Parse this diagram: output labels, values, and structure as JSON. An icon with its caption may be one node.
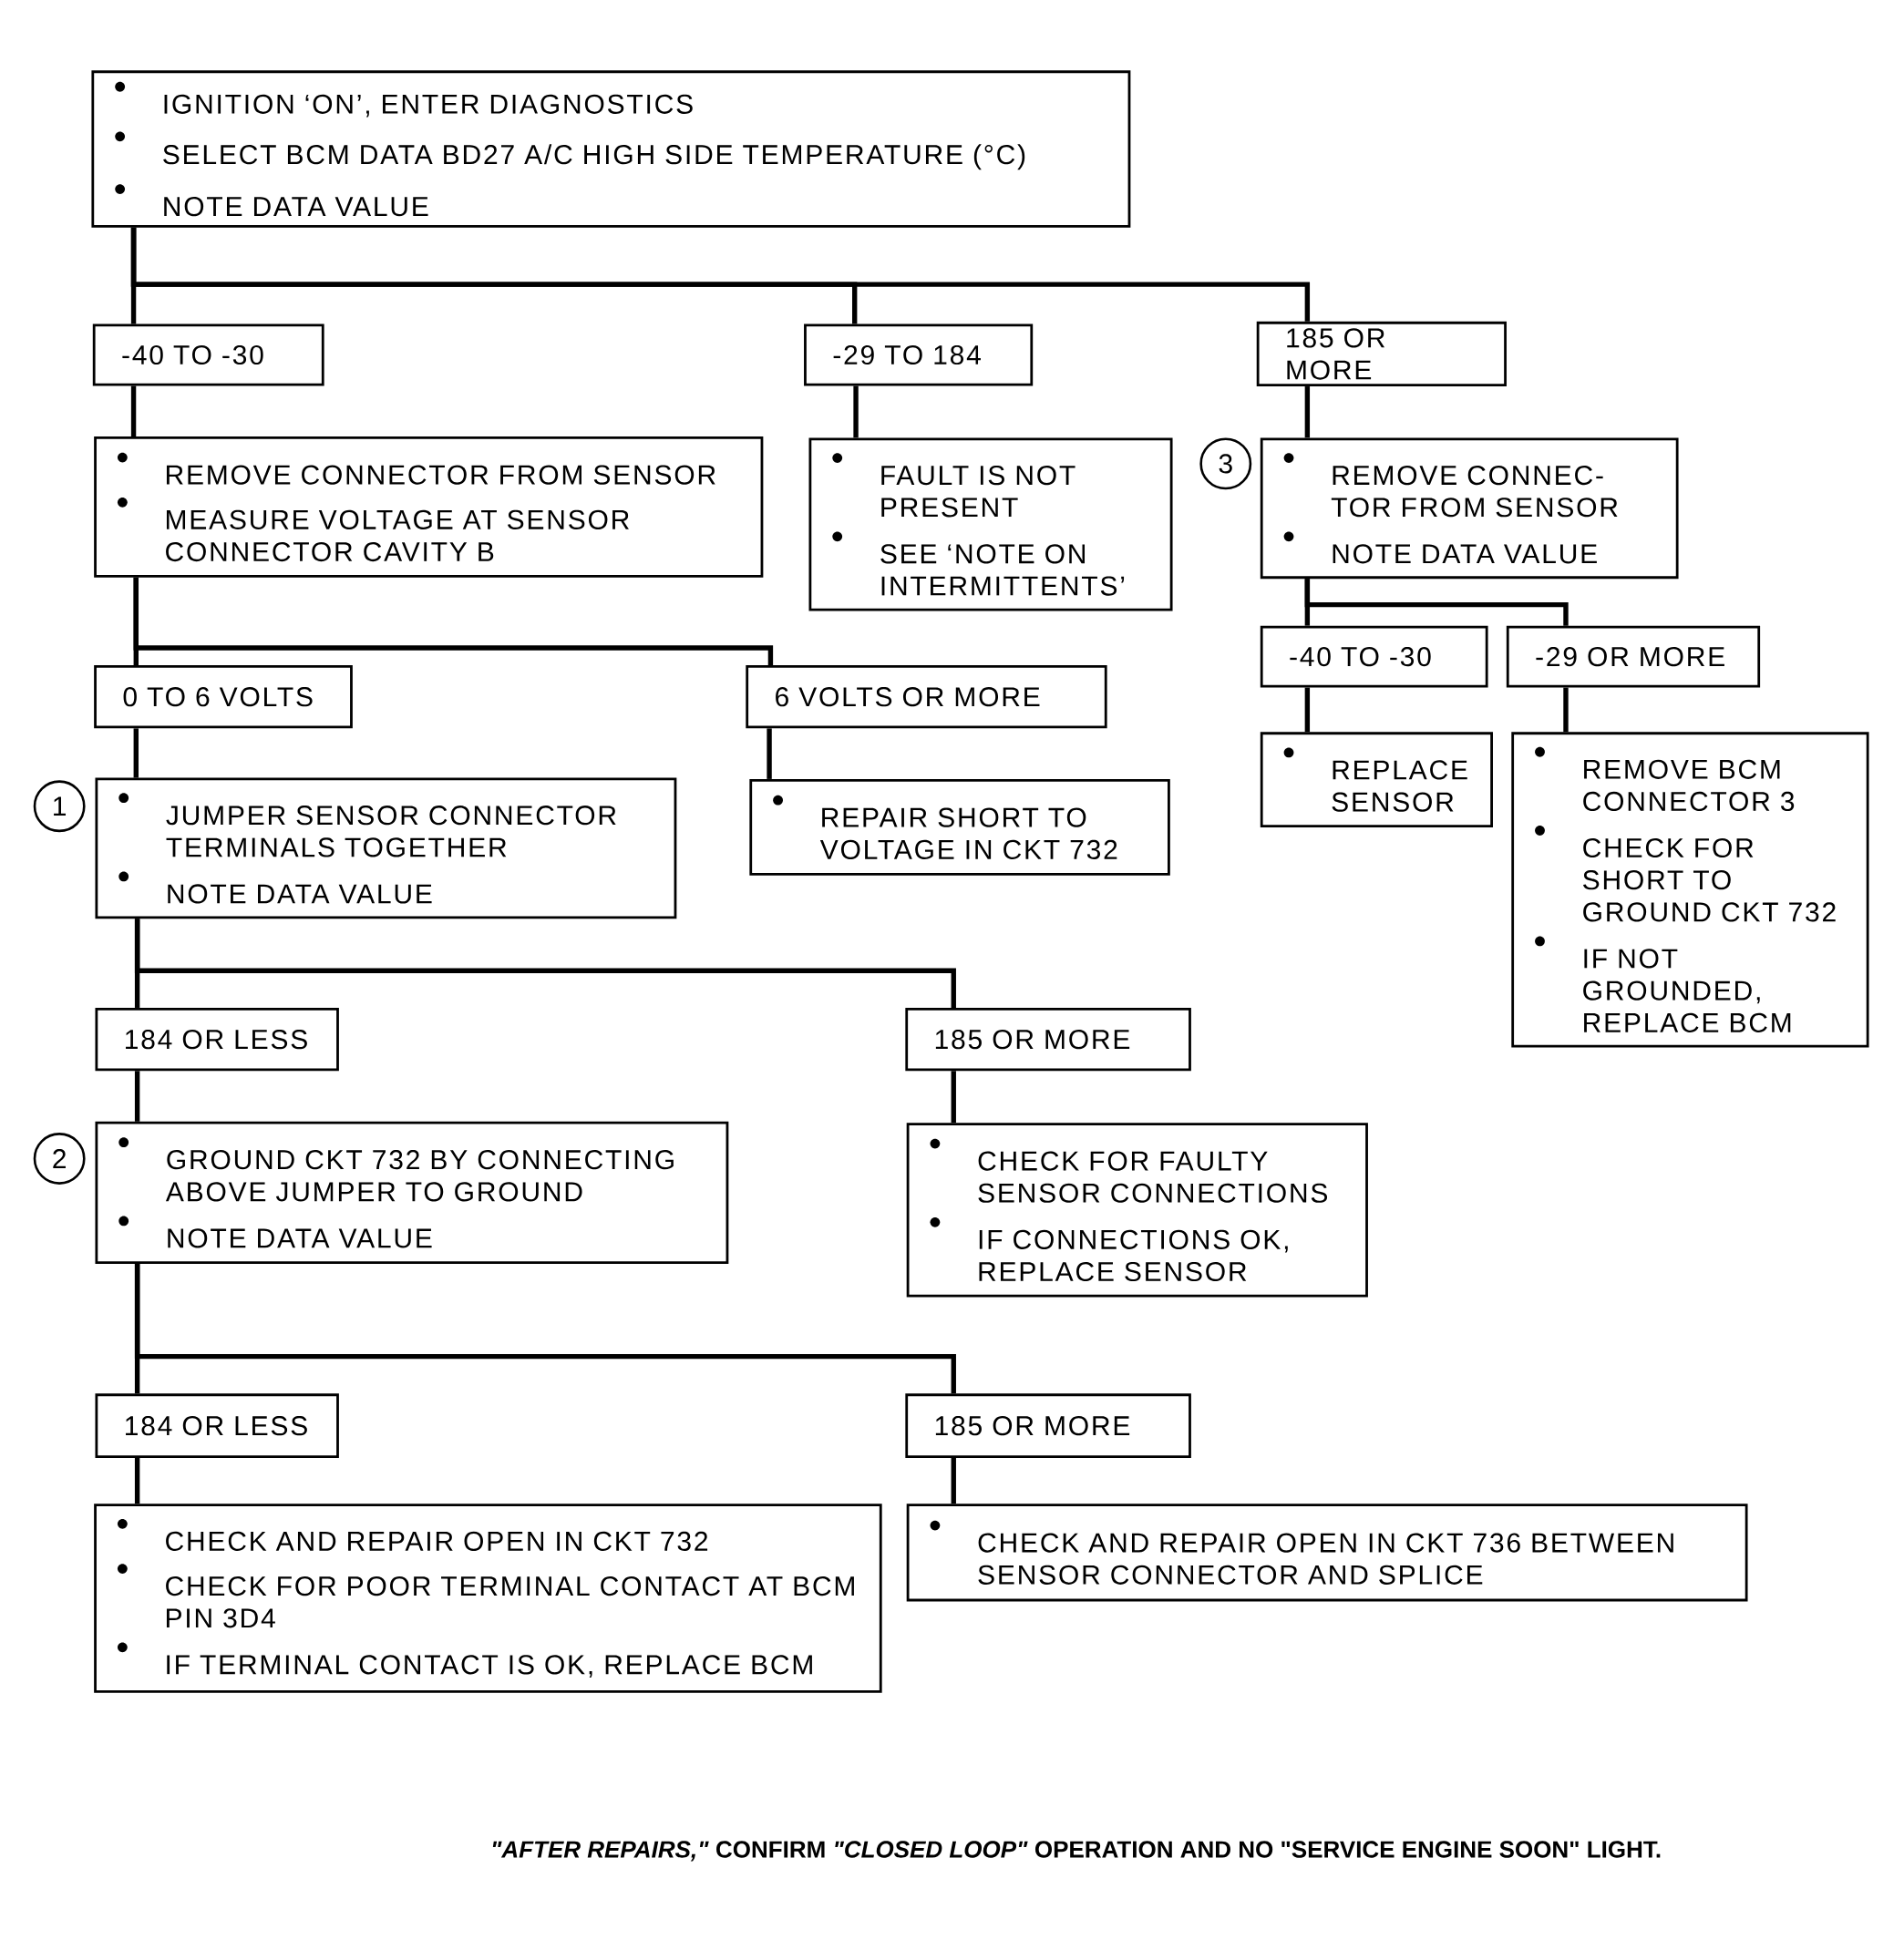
{
  "diagram": {
    "caption": "*\"AFTER REPAIRS,\"* CONFIRM *\"CLOSED LOOP\"* OPERATION AND NO \"SERVICE ENGINE SOON\" LIGHT.",
    "nodes": [
      {
        "text": [
          "IGNITION ‘ON’, ENTER DIAGNOSTICS",
          "SELECT BCM DATA BD27 A/C HIGH SIDE TEMPERATURE (°C)",
          "NOTE DATA VALUE"
        ]
      },
      {
        "text": [
          "-40 TO -30"
        ]
      },
      {
        "text": [
          "-29 TO 184"
        ]
      },
      {
        "text": [
          "185 OR MORE"
        ]
      },
      {
        "text": [
          "REMOVE CONNECTOR FROM SENSOR",
          "MEASURE VOLTAGE AT SENSOR CONNECTOR CAVITY B"
        ]
      },
      {
        "text": [
          "FAULT IS NOT PRESENT",
          "SEE ‘NOTE ON INTERMITTENTS’"
        ]
      },
      {
        "text": [
          "REMOVE CONNEC- TOR FROM SENSOR",
          "NOTE DATA VALUE"
        ],
        "beside": [
          "3"
        ]
      },
      {
        "text": [
          "0 TO 6 VOLTS"
        ]
      },
      {
        "text": [
          "6 VOLTS OR MORE"
        ]
      },
      {
        "text": [
          "-40 TO -30"
        ]
      },
      {
        "text": [
          "-29 OR MORE"
        ]
      },
      {
        "text": [
          "JUMPER SENSOR CONNECTOR TERMINALS TOGETHER",
          "NOTE DATA VALUE"
        ],
        "beside": [
          "1"
        ]
      },
      {
        "text": [
          "REPAIR SHORT TO VOLTAGE IN CKT 732"
        ]
      },
      {
        "text": [
          "REPLACE SENSOR"
        ]
      },
      {
        "text": [
          "REMOVE BCM CONNECTOR 3",
          "CHECK FOR SHORT TO GROUND CKT 732",
          "IF NOT GROUNDED, REPLACE BCM"
        ]
      },
      {
        "text": [
          "184 OR LESS"
        ]
      },
      {
        "text": [
          "185 OR MORE"
        ]
      },
      {
        "text": [
          "GROUND CKT 732 BY CONNECTING ABOVE JUMPER TO GROUND",
          "NOTE DATA VALUE"
        ],
        "beside": [
          "2"
        ]
      },
      {
        "text": [
          "CHECK FOR FAULTY SENSOR CONNECTIONS",
          "IF CONNECTIONS OK, REPLACE SENSOR"
        ]
      },
      {
        "text": [
          "184 OR LESS"
        ]
      },
      {
        "text": [
          "185 OR MORE"
        ]
      },
      {
        "text": [
          "CHECK AND REPAIR OPEN IN CKT 732",
          "CHECK FOR POOR TERMINAL CONTACT AT BCM PIN 3D4",
          "IF TERMINAL CONTACT IS OK, REPLACE BCM"
        ]
      },
      {
        "text": [
          "CHECK AND REPAIR OPEN IN CKT 736 BETWEEN SENSOR CONNECTOR AND SPLICE"
        ]
      }
    ],
    "edges": [
      {
        "from": 0,
        "to": 1,
        "arrow": "none"
      },
      {
        "from": 0,
        "to": 2,
        "arrow": "none"
      },
      {
        "from": 0,
        "to": 3,
        "arrow": "none"
      },
      {
        "from": 1,
        "to": 4,
        "arrow": "none"
      },
      {
        "from": 2,
        "to": 5,
        "arrow": "none"
      },
      {
        "from": 3,
        "to": 6,
        "arrow": "none"
      },
      {
        "from": 4,
        "to": 7,
        "arrow": "none"
      },
      {
        "from": 4,
        "to": 8,
        "arrow": "none"
      },
      {
        "from": 6,
        "to": 9,
        "arrow": "none"
      },
      {
        "from": 6,
        "to": 10,
        "arrow": "none"
      },
      {
        "from": 7,
        "to": 11,
        "arrow": "none"
      },
      {
        "from": 8,
        "to": 12,
        "arrow": "none"
      },
      {
        "from": 9,
        "to": 13,
        "arrow": "none"
      },
      {
        "from": 10,
        "to": 14,
        "arrow": "none"
      },
      {
        "from": 11,
        "to": 15,
        "arrow": "none"
      },
      {
        "from": 11,
        "to": 16,
        "arrow": "none"
      },
      {
        "from": 15,
        "to": 17,
        "arrow": "none"
      },
      {
        "from": 16,
        "to": 18,
        "arrow": "none"
      },
      {
        "from": 17,
        "to": 19,
        "arrow": "none"
      },
      {
        "from": 17,
        "to": 20,
        "arrow": "none"
      },
      {
        "from": 19,
        "to": 21,
        "arrow": "none"
      },
      {
        "from": 20,
        "to": 22,
        "arrow": "none"
      }
    ]
  }
}
